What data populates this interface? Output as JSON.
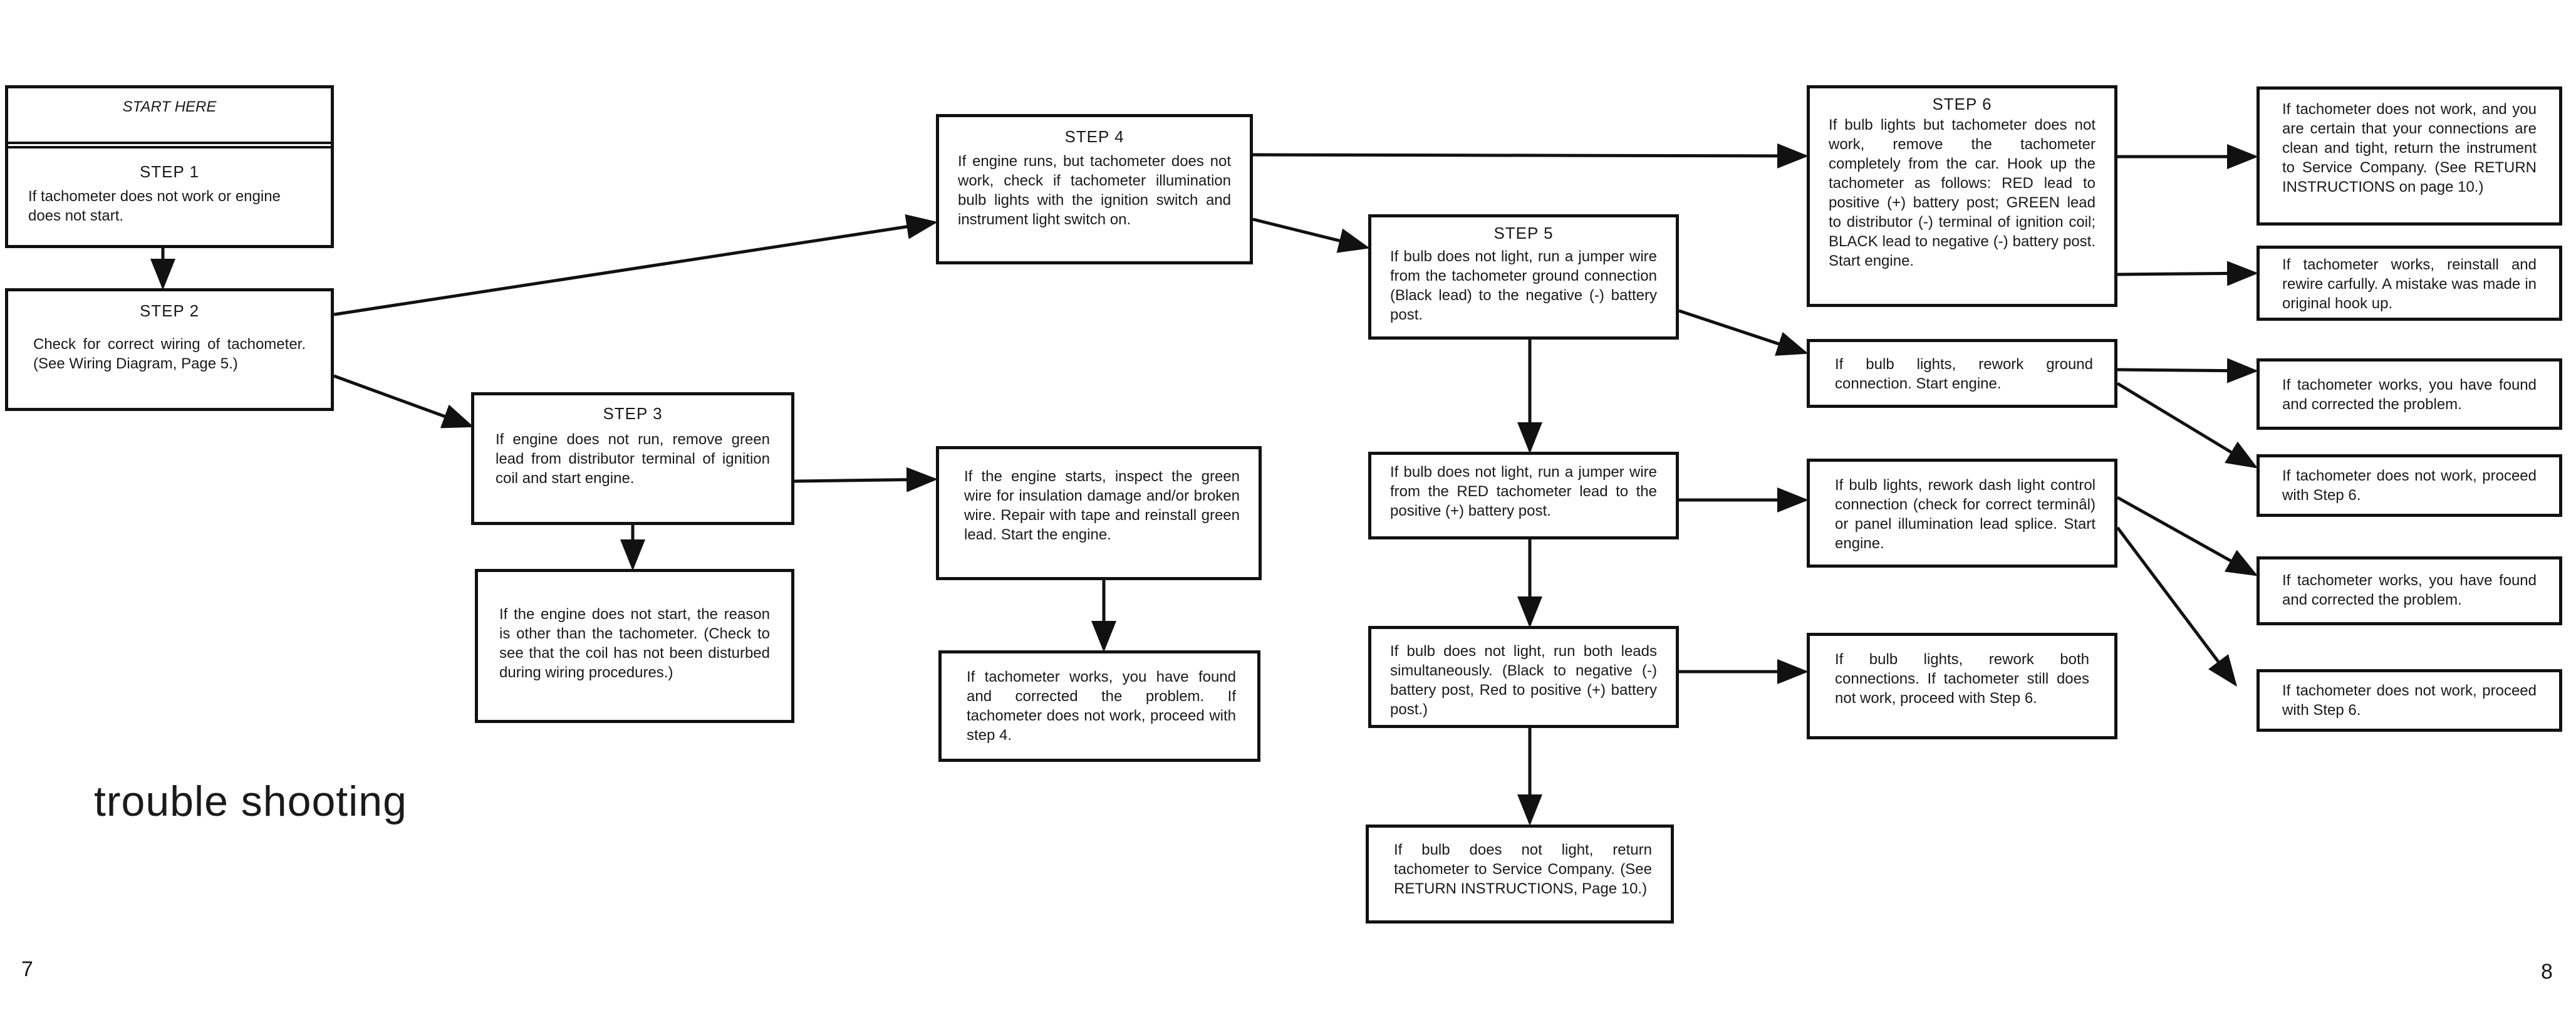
{
  "start": {
    "heading_line1": "START",
    "heading_line2": "HERE",
    "step_label": "STEP 1",
    "text": "If tachometer does not work or engine does not start."
  },
  "step2": {
    "label": "STEP 2",
    "text": "Check for correct wiring of tachometer. (See Wiring Diagram, Page 5.)"
  },
  "step3": {
    "label": "STEP 3",
    "text": "If engine does not run, remove green lead from distributor terminal of ignition coil and start engine."
  },
  "step3_no_start": {
    "text": "If the engine does not start, the reason is other than the tachometer. (Check to see that the coil has not been disturbed during wiring procedures.)"
  },
  "step3_starts": {
    "text": "If the engine starts, inspect the green wire for insulation damage and/or broken wire. Repair with tape and reinstall green lead. Start the engine."
  },
  "step3_result": {
    "text": "If tachometer works, you have found and corrected the problem. If tachometer does not work, proceed with step 4."
  },
  "step4": {
    "label": "STEP 4",
    "text": "If engine runs, but tachometer does not work, check if tachometer illumination bulb lights with the ignition switch and instrument light switch on."
  },
  "step5": {
    "label": "STEP 5",
    "text": "If bulb does not light, run a jumper wire from the tachometer ground connection (Black lead) to the negative (-) battery post."
  },
  "step5_red": {
    "text": "If bulb does not light, run a jumper wire from the RED tachometer lead to the positive (+) battery post."
  },
  "step5_both": {
    "text": "If bulb does not light, run both leads simultaneously. (Black to negative (-) battery post, Red to positive (+) battery post.)"
  },
  "step5_return": {
    "text": "If bulb does not light, return tachometer to Service Company. (See RETURN INSTRUCTIONS, Page 10.)"
  },
  "step6": {
    "label": "STEP 6",
    "text": "If bulb lights but tachometer does not work, remove the tachometer completely from the car. Hook up the tachometer as follows: RED lead to positive (+) battery post; GREEN lead to distributor (-) terminal of ignition coil; BLACK lead to negative (-) battery post. Start engine."
  },
  "step6_return": {
    "text": "If tachometer does not work, and you are certain that your connections are clean and tight, return the instrument to Service Company. (See RETURN INSTRUCTIONS on page 10.)"
  },
  "step6_rewire": {
    "text": "If tachometer works, reinstall and rewire carfully. A mistake was made in original hook up."
  },
  "ground": {
    "text": "If bulb lights, rework ground connection. Start engine."
  },
  "ground_works": {
    "text": "If tachometer works, you have found and corrected the problem."
  },
  "ground_fails": {
    "text": "If tachometer does not work, proceed with Step 6."
  },
  "dash": {
    "text": "If bulb lights, rework dash light control connection (check for correct terminâl) or panel illumination lead splice. Start engine."
  },
  "dash_works": {
    "text": "If tachometer works, you have found and corrected the problem."
  },
  "dash_fails": {
    "text": "If tachometer does not work, proceed with Step 6."
  },
  "both": {
    "text": "If bulb lights, rework both connections. If tachometer still does not work, proceed with Step 6."
  },
  "caption": "trouble shooting",
  "page_left": "7",
  "page_right": "8"
}
